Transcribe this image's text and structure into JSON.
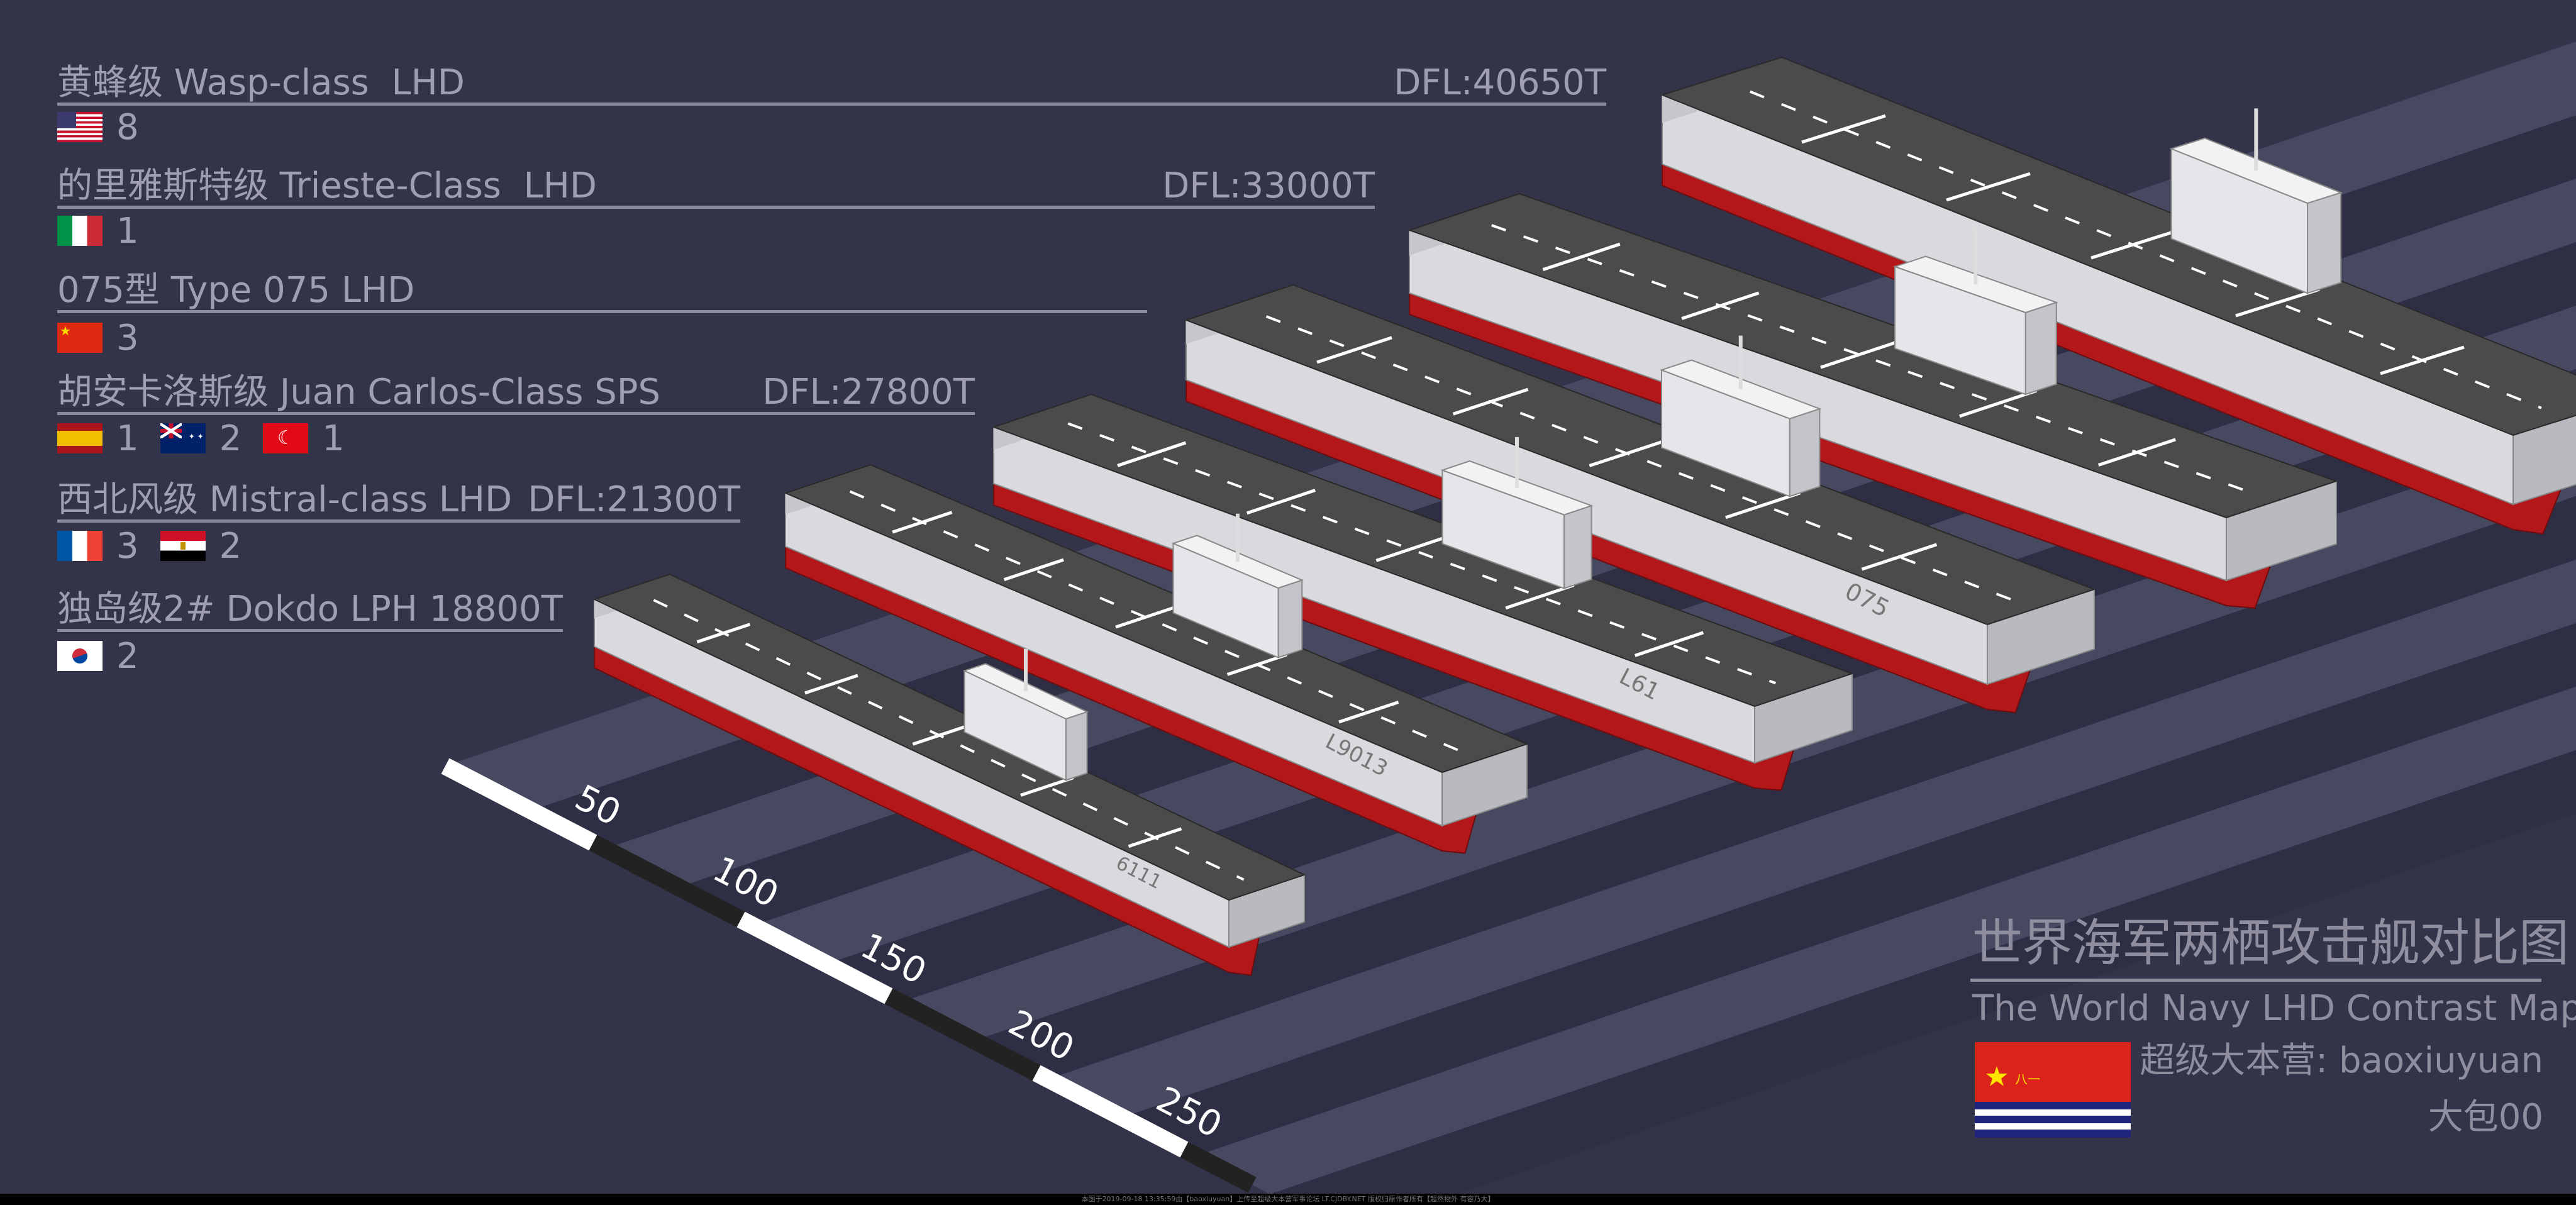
{
  "classes": [
    {
      "name": "黄蜂级 Wasp-class  LHD",
      "displacement": "DFL:40650T",
      "operators": [
        {
          "flag": "us-flag-icon",
          "count": "8"
        }
      ]
    },
    {
      "name": "的里雅斯特级 Trieste-Class  LHD",
      "displacement": "DFL:33000T",
      "operators": [
        {
          "flag": "italy-flag-icon",
          "count": "1"
        }
      ]
    },
    {
      "name": "075型 Type 075 LHD",
      "displacement": "",
      "operators": [
        {
          "flag": "china-flag-icon",
          "count": "3"
        }
      ]
    },
    {
      "name": "胡安卡洛斯级 Juan Carlos-Class SPS",
      "displacement": "DFL:27800T",
      "operators": [
        {
          "flag": "spain-flag-icon",
          "count": "1"
        },
        {
          "flag": "australia-flag-icon",
          "count": "2"
        },
        {
          "flag": "turkey-flag-icon",
          "count": "1"
        }
      ]
    },
    {
      "name": "西北风级 Mistral-class LHD",
      "displacement": "DFL:21300T",
      "operators": [
        {
          "flag": "france-flag-icon",
          "count": "3"
        },
        {
          "flag": "egypt-flag-icon",
          "count": "2"
        }
      ]
    },
    {
      "name": "独岛级2# Dokdo LPH",
      "displacement": "18800T",
      "operators": [
        {
          "flag": "korea-flag-icon",
          "count": "2"
        }
      ]
    }
  ],
  "ships": [
    {
      "class": "Dokdo",
      "hull_number": "6111"
    },
    {
      "class": "Mistral",
      "hull_number": "L9013"
    },
    {
      "class": "Juan Carlos",
      "hull_number": "L61"
    },
    {
      "class": "Type 075",
      "hull_number": "075"
    },
    {
      "class": "Trieste",
      "hull_number": ""
    },
    {
      "class": "Wasp",
      "hull_number": ""
    }
  ],
  "scale": {
    "ticks": [
      "50",
      "100",
      "150",
      "200",
      "250"
    ]
  },
  "title": {
    "cn": "世界海军两栖攻击舰对比图",
    "en": "The World Navy LHD Contrast Map",
    "credit": "超级大本营: baoxiuyuan",
    "author": "大包00",
    "flag_text": "八一"
  },
  "footer": "本图于2019-09-18 13:35:59由【baoxiuyuan】上传至超级大本营军事论坛 LT.CJDBY.NET 版权归原作者所有【超然物外 有容乃大】",
  "colors": {
    "background": "#33344a",
    "band_light": "#474961",
    "band_dark": "#2e2f44",
    "hull": "#b3171a",
    "deck": "#4b4b4b",
    "side": "#d9d9de",
    "text": "#a09fb1"
  }
}
